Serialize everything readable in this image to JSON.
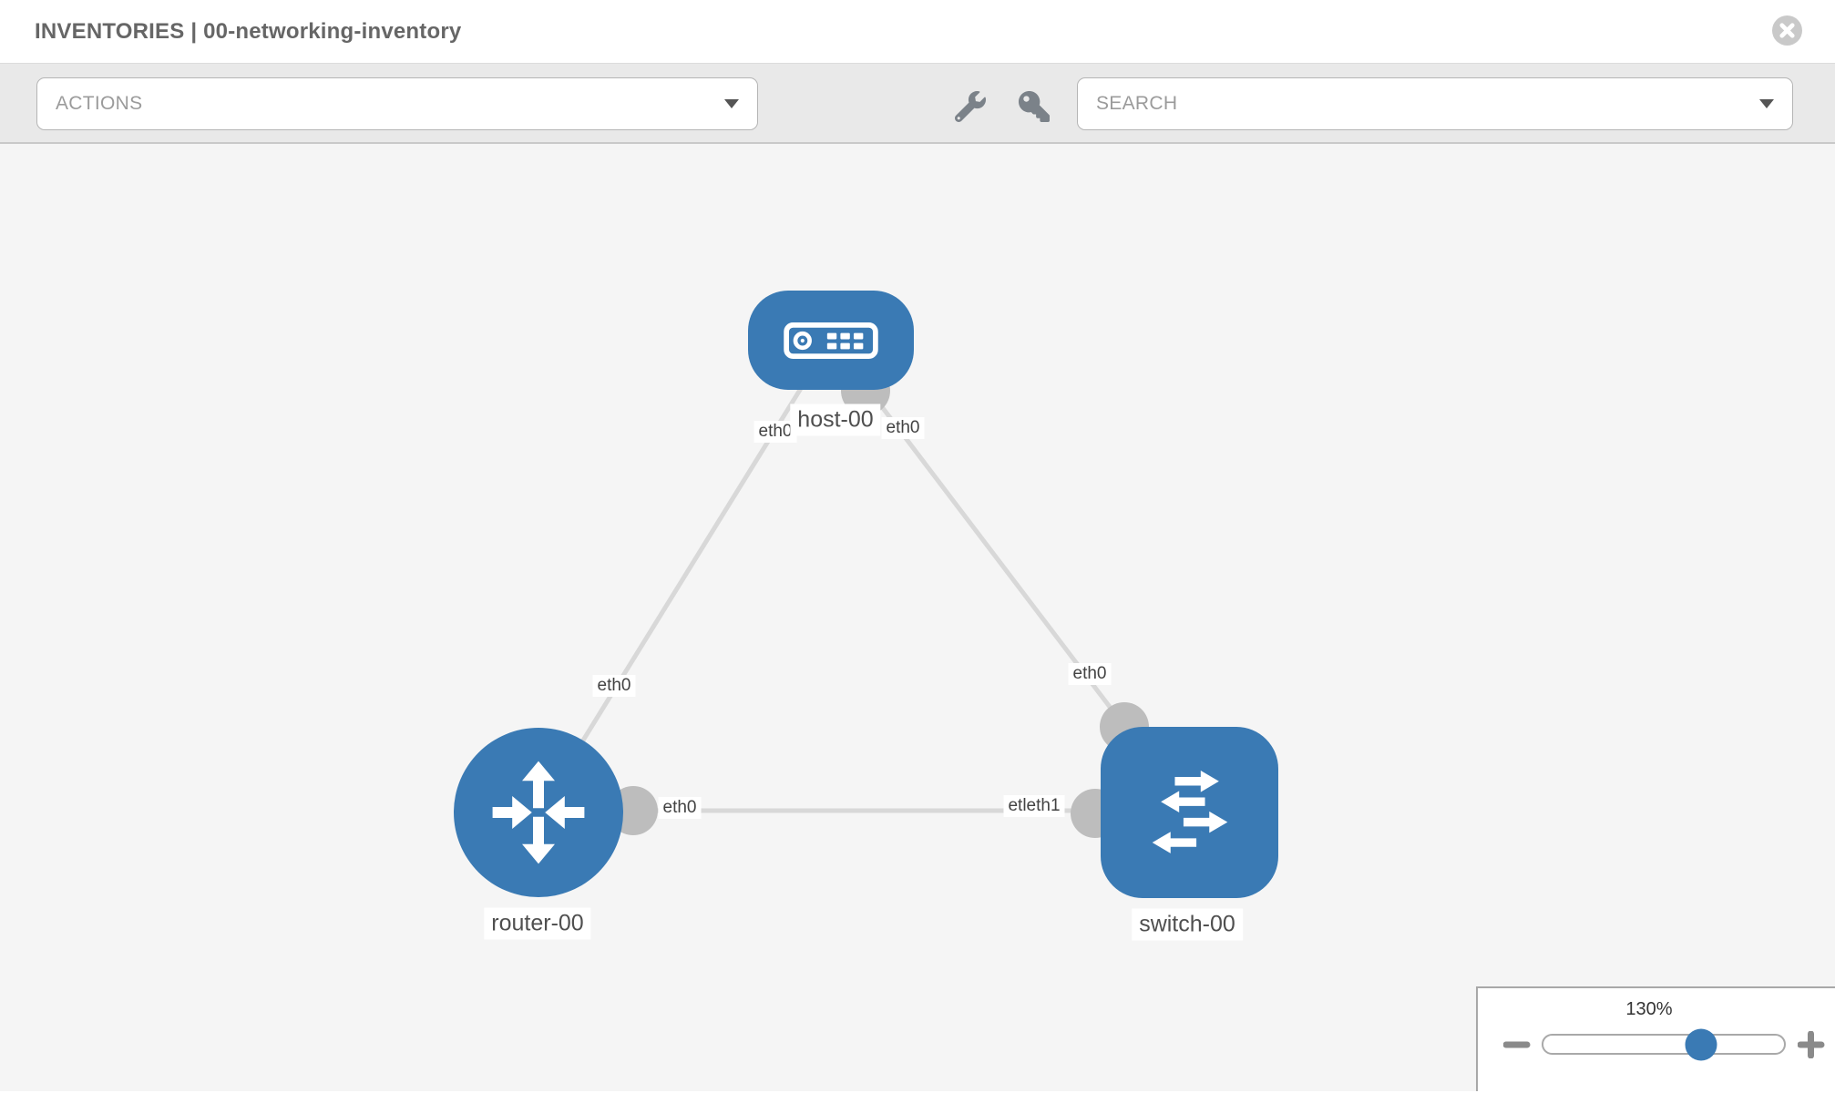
{
  "header": {
    "title": "INVENTORIES | 00-networking-inventory"
  },
  "toolbar": {
    "actions_placeholder": "ACTIONS",
    "search_placeholder": "SEARCH",
    "icons": [
      "wrench-icon",
      "key-icon"
    ]
  },
  "topology": {
    "nodes": [
      {
        "name": "host-00",
        "type": "host",
        "icon": "host-icon"
      },
      {
        "name": "router-00",
        "type": "router",
        "icon": "router-icon"
      },
      {
        "name": "switch-00",
        "type": "switch",
        "icon": "switch-icon"
      }
    ],
    "links": [
      {
        "from": "host-00",
        "to": "router-00",
        "from_label": "eth0",
        "to_label": "eth0"
      },
      {
        "from": "host-00",
        "to": "switch-00",
        "from_label": "eth0",
        "to_label": "eth0"
      },
      {
        "from": "router-00",
        "to": "switch-00",
        "from_label": "eth0",
        "to_label": "etleth1"
      }
    ]
  },
  "zoom": {
    "level": "130%"
  },
  "colors": {
    "node_blue": "#3a7ab4",
    "link_gray": "#d8d8d8",
    "connector_gray": "#bdbdbd"
  }
}
